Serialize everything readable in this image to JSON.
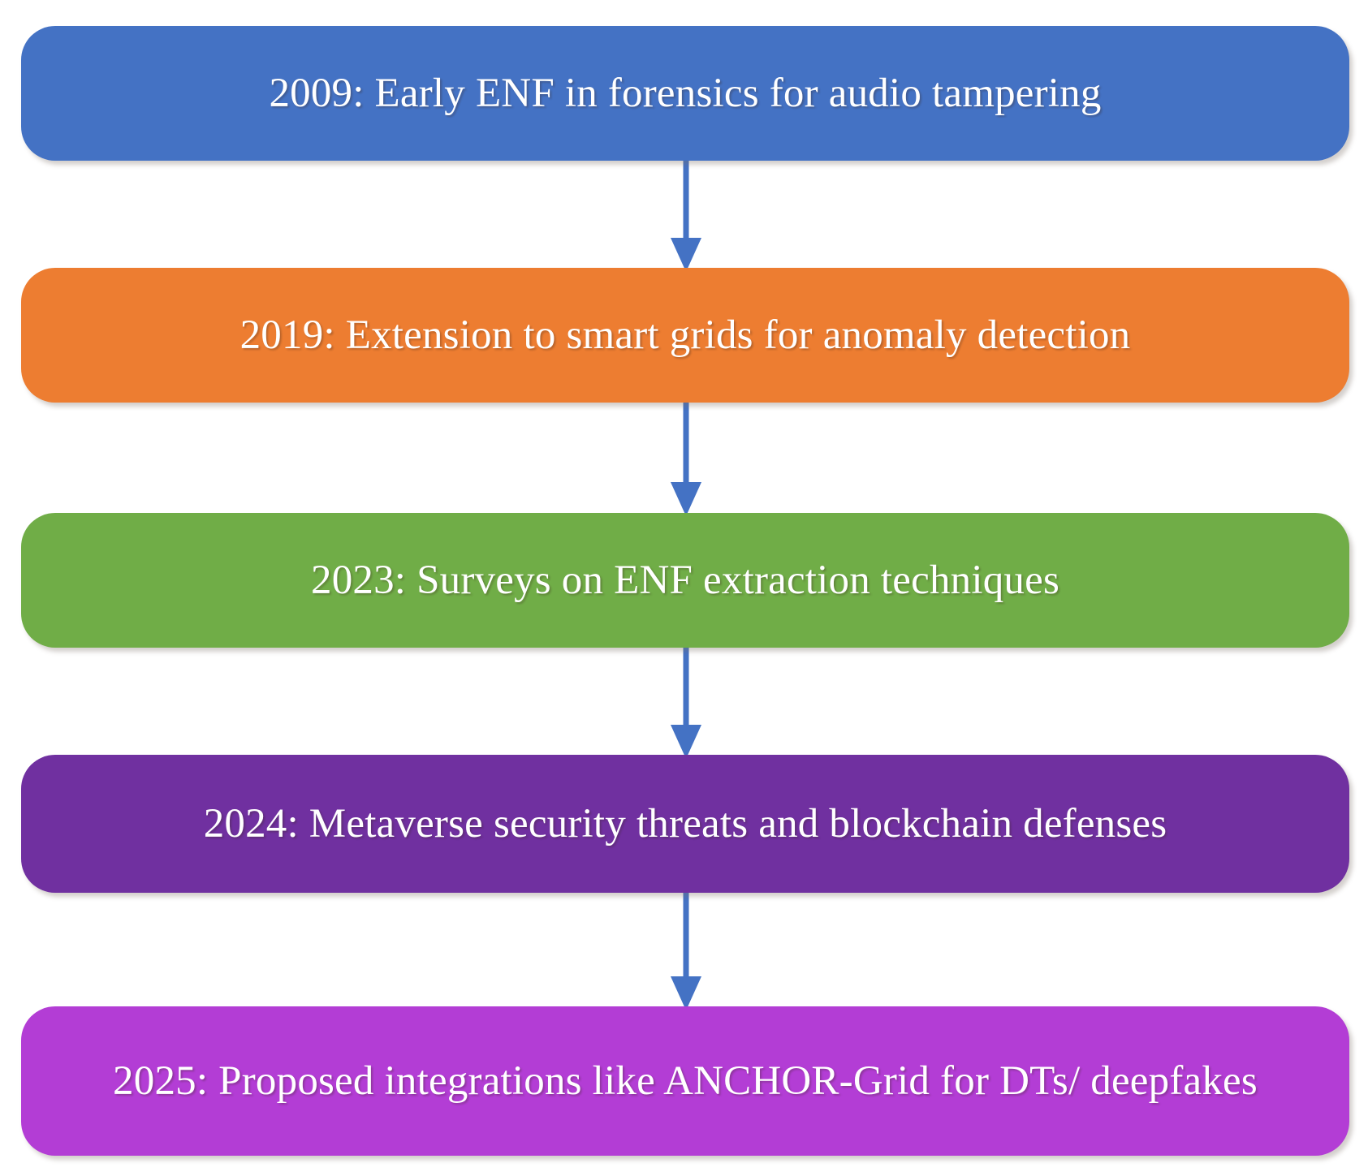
{
  "diagram": {
    "title": "ENF research timeline flowchart",
    "orientation": "vertical-top-to-bottom",
    "background_color": "#FFFFFF",
    "connector_color": "#4472C4",
    "text_color": "#FFFFFF",
    "nodes": [
      {
        "id": "node-2009",
        "year": "2009",
        "label": "2009: Early ENF in forensics for audio tampering",
        "color": "#4472C4",
        "shape": "rounded-rectangle"
      },
      {
        "id": "node-2019",
        "year": "2019",
        "label": "2019: Extension to smart grids for anomaly detection",
        "color": "#ED7D31",
        "shape": "rounded-rectangle"
      },
      {
        "id": "node-2023",
        "year": "2023",
        "label": "2023: Surveys on ENF extraction techniques",
        "color": "#70AD47",
        "shape": "rounded-rectangle"
      },
      {
        "id": "node-2024",
        "year": "2024",
        "label": "2024: Metaverse security threats and blockchain defenses",
        "color": "#7030A0",
        "shape": "rounded-rectangle"
      },
      {
        "id": "node-2025",
        "year": "2025",
        "label": "2025: Proposed integrations like ANCHOR-Grid for DTs/ deepfakes",
        "color": "#B33DD5",
        "shape": "rounded-rectangle"
      }
    ],
    "connectors": [
      {
        "id": "conn-1",
        "from": "node-2009",
        "to": "node-2019",
        "style": "down-arrow"
      },
      {
        "id": "conn-2",
        "from": "node-2019",
        "to": "node-2023",
        "style": "down-arrow"
      },
      {
        "id": "conn-3",
        "from": "node-2023",
        "to": "node-2024",
        "style": "down-arrow"
      },
      {
        "id": "conn-4",
        "from": "node-2024",
        "to": "node-2025",
        "style": "down-arrow"
      }
    ]
  }
}
